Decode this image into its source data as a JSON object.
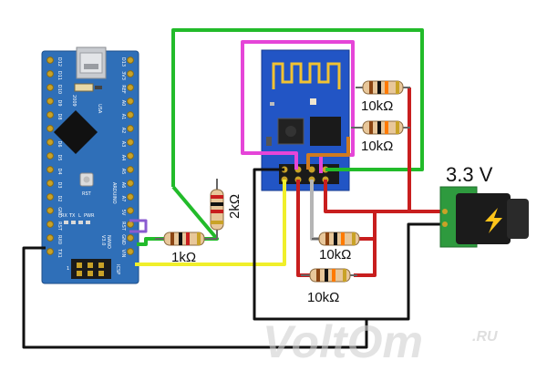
{
  "labels": {
    "supply_voltage": "3.3 V",
    "r_upper_esp": "10kΩ",
    "r_lower_esp": "10kΩ",
    "r_divider_vertical": "2kΩ",
    "r_divider_horizontal": "1kΩ",
    "r_bottom_upper": "10kΩ",
    "r_bottom_lower": "10kΩ"
  },
  "board": {
    "pins_left": [
      "D12",
      "D11",
      "D10",
      "D9",
      "D8",
      "D7",
      "D6",
      "D5",
      "D4",
      "D3",
      "D2",
      "GND",
      "RST",
      "RX0",
      "TX1"
    ],
    "pins_right": [
      "D13",
      "3V3",
      "REF",
      "A0",
      "A1",
      "A2",
      "A3",
      "A4",
      "A5",
      "A6",
      "A7",
      "5V",
      "RST",
      "GND",
      "VIN"
    ],
    "name_lines": [
      "ARDUINO",
      "NANO",
      "V3.0"
    ],
    "side_marks": [
      "RX",
      "TX",
      "L",
      "PWR"
    ],
    "rst_label": "RST",
    "icsp_label": "ICSP",
    "usa_label": "USA",
    "year_label": "2009",
    "pin_one_mark": "1"
  },
  "watermark": {
    "main": "VoltOm",
    "suffix": ".RU"
  },
  "colors": {
    "board_blue": "#2f6fb8",
    "esp_blue": "#2255c5",
    "wire_green": "#22bb2a",
    "wire_magenta": "#e545d8",
    "wire_red": "#c81e1e",
    "wire_black": "#111111",
    "wire_yellow": "#f0ef2a",
    "wire_orange": "#d07a1f",
    "wire_gray": "#b5b5b5",
    "jack_green": "#2e9a3e",
    "bolt_yellow": "#ffc51a"
  }
}
